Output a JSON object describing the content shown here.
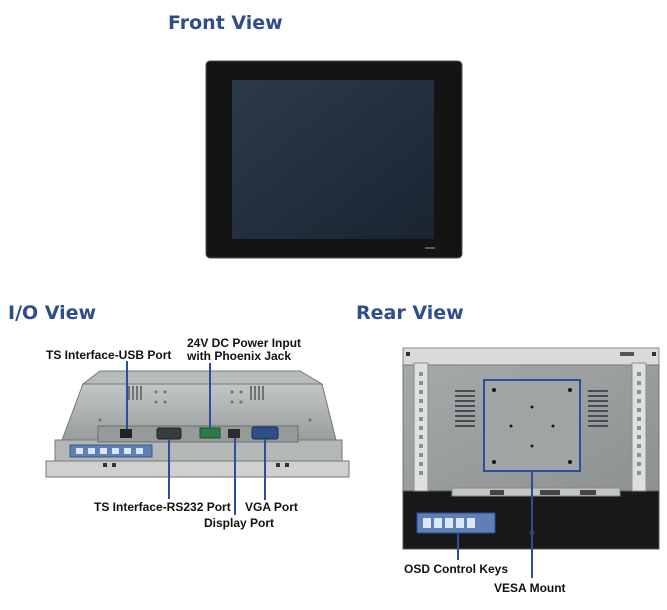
{
  "headings": {
    "front": "Front View",
    "io": "I/O View",
    "rear": "Rear View"
  },
  "callouts": {
    "ts_usb": "TS Interface-USB Port",
    "power_line1": "24V DC Power Input",
    "power_line2": "with Phoenix Jack",
    "ts_rs232": "TS Interface-RS232 Port",
    "vga": "VGA Port",
    "display_port": "Display Port",
    "osd": "OSD Control Keys",
    "vesa": "VESA Mount"
  },
  "colors": {
    "heading": "#2f4d8c",
    "callout_line": "#2a4e9a",
    "bezel": "#141414",
    "screen": "#243344",
    "chassis": "#a9acac"
  }
}
